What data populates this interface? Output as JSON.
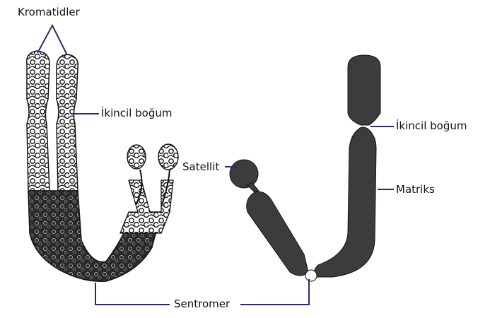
{
  "labels": {
    "chromatids": "Kromatidler",
    "secondary_constriction_left": "İkincil boğum",
    "satellite": "Satellit",
    "secondary_constriction_right": "İkincil boğum",
    "matrix": "Matriks",
    "centromere": "Sentromer"
  },
  "colors": {
    "leader_line": "#2b2a6e",
    "chromosome_dark": "#3c3c3c"
  }
}
